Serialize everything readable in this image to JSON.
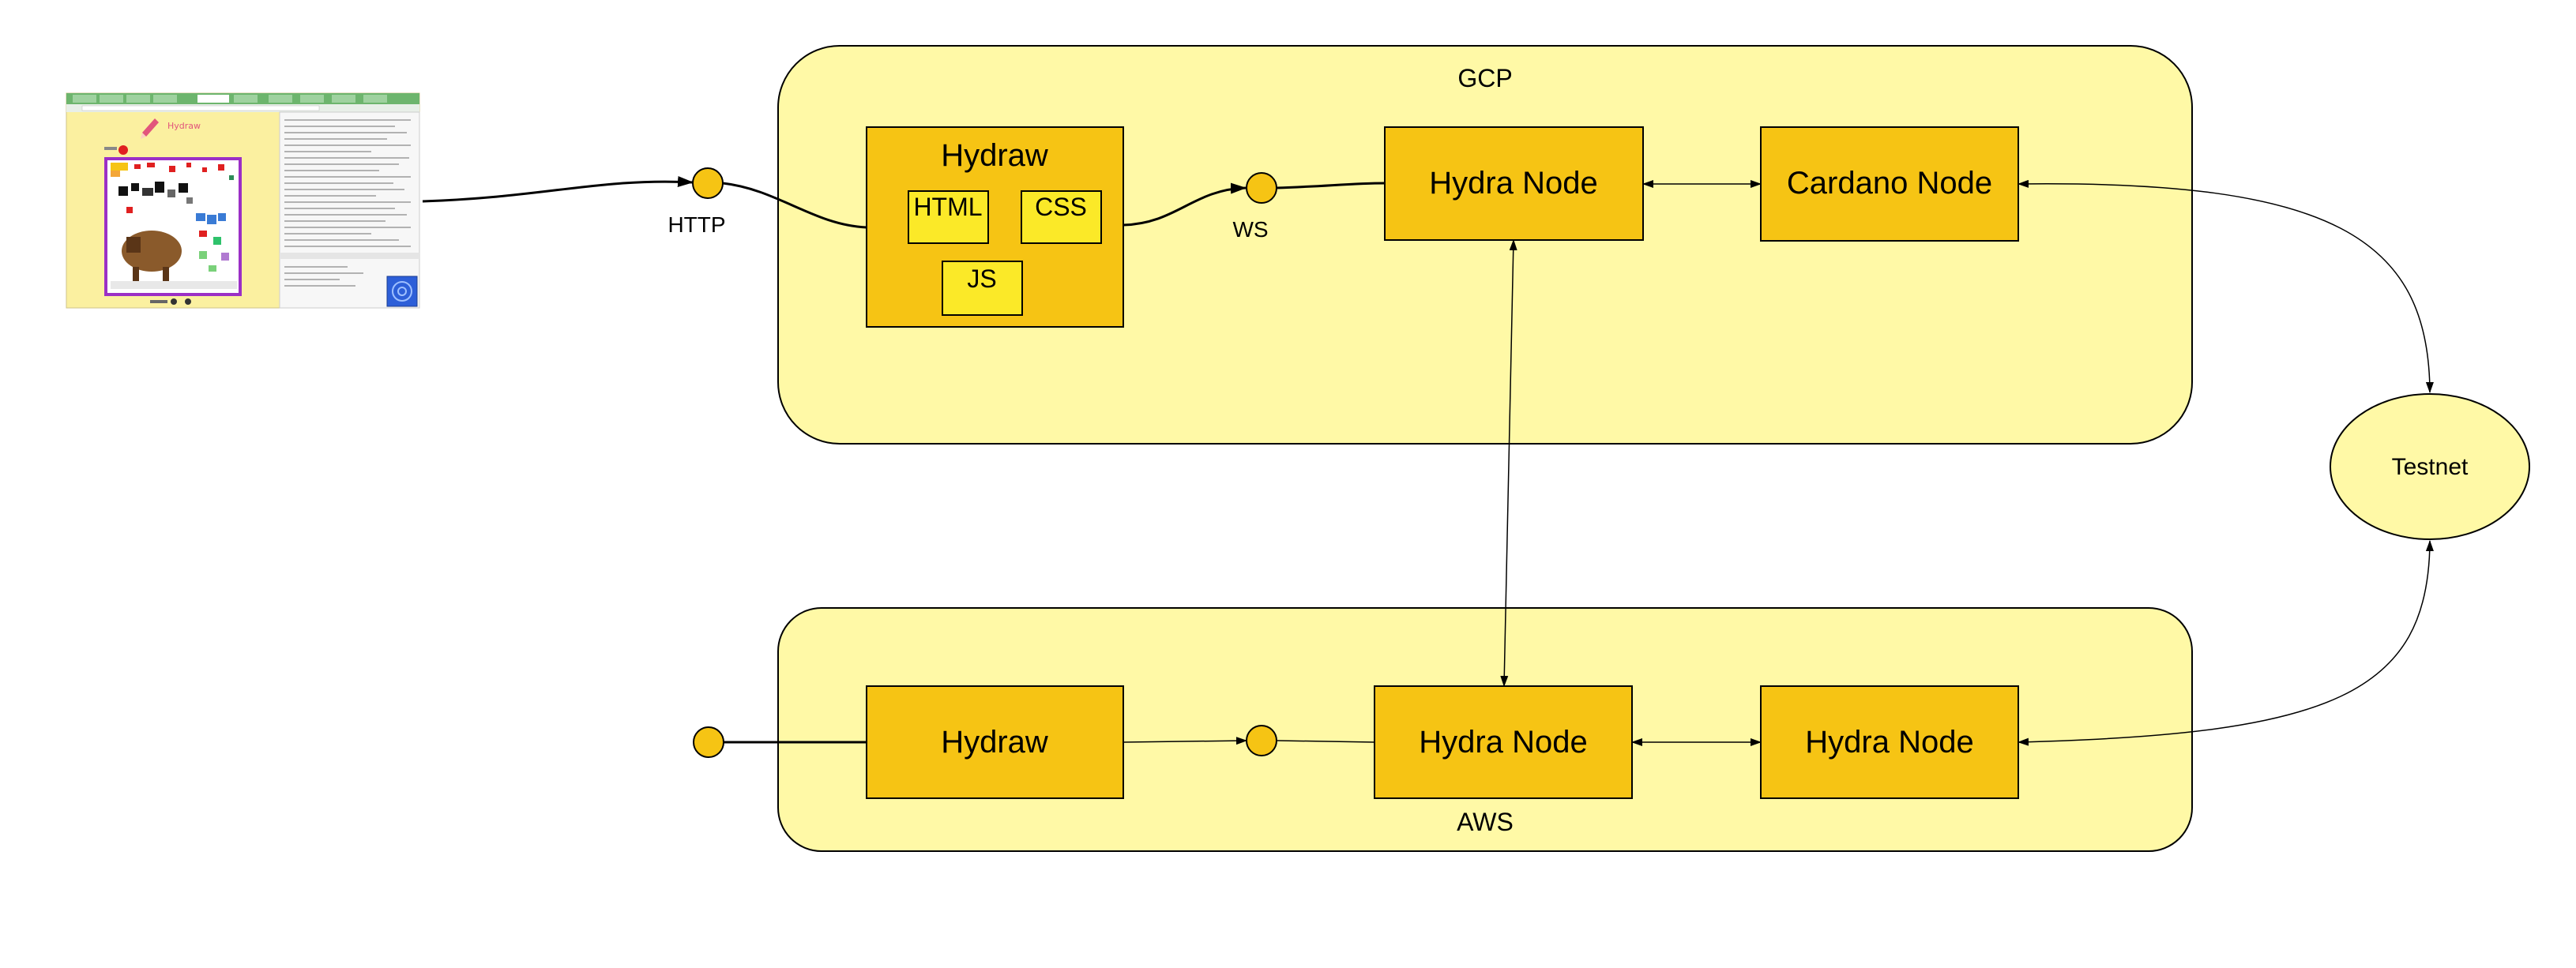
{
  "colors": {
    "region_fill": "#fff9a6",
    "node_fill": "#f6c414",
    "inner_fill": "#fbe928",
    "stroke": "#000000",
    "screenshot_bg": "#fbf0a0",
    "screenshot_tabbar": "#6db56d",
    "screenshot_frame": "#9b2fc6",
    "screenshot_accent": "#e2557c"
  },
  "regions": {
    "gcp": {
      "label": "GCP"
    },
    "aws": {
      "label": "AWS"
    }
  },
  "endpoints": {
    "http": {
      "label": "HTTP"
    },
    "ws": {
      "label": "WS"
    }
  },
  "nodes": {
    "gcp_hydraw": {
      "label": "Hydraw",
      "parts": {
        "html": "HTML",
        "css": "CSS",
        "js": "JS"
      }
    },
    "gcp_hydra_node": {
      "label": "Hydra Node"
    },
    "cardano_node": {
      "label": "Cardano Node"
    },
    "aws_hydraw": {
      "label": "Hydraw"
    },
    "aws_hydra_node": {
      "label": "Hydra Node"
    },
    "aws_hydra_node_2": {
      "label": "Hydra Node"
    },
    "testnet": {
      "label": "Testnet"
    }
  },
  "screenshot": {
    "app_title": "Hydraw",
    "icon": "pencil-icon"
  }
}
